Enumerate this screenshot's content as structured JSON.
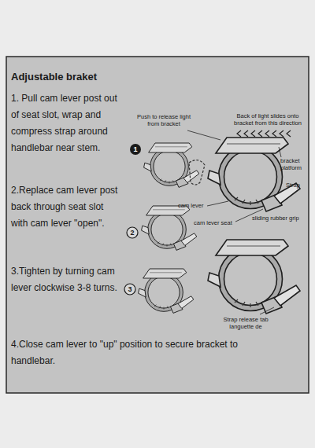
{
  "diagram": {
    "title": "Adjustable braket",
    "labels": [
      "1. Pull cam lever post out of seat slot, wrap and compress strap around handlebar near stem.",
      "2.Replace cam lever post back through seat slot with cam lever \"open\".",
      "3.Tighten by turning cam lever clockwise 3-8 turns.",
      "4.Close cam lever to \"up\" position to secure bracket to handlebar.",
      "Push to release light from bracket",
      "Back of light slides onto bracket from this direction",
      "1",
      "bracket platform",
      "Strap",
      "cam lever",
      "sliding rubber grip",
      "cam lever seat",
      "2",
      "3",
      "Strap release tab languette de"
    ]
  }
}
